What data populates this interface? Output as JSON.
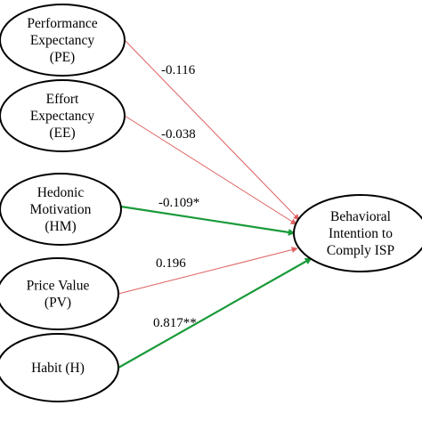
{
  "colors": {
    "weak_path": "#e06060",
    "strong_path": "#1a9a3a",
    "outline": "#000000"
  },
  "nodes": [
    {
      "id": "pe",
      "lines": [
        "Performance",
        "Expectancy",
        "(PE)"
      ]
    },
    {
      "id": "ee",
      "lines": [
        "Effort",
        "Expectancy",
        "(EE)"
      ]
    },
    {
      "id": "hm",
      "lines": [
        "Hedonic",
        "Motivation",
        "(HM)"
      ]
    },
    {
      "id": "pv",
      "lines": [
        "Price Value",
        "(PV)"
      ]
    },
    {
      "id": "h",
      "lines": [
        "Habit (H)"
      ]
    },
    {
      "id": "bi",
      "lines": [
        "Behavioral",
        "Intention to",
        "Comply ISP"
      ]
    }
  ],
  "edges": [
    {
      "from": "pe",
      "to": "bi",
      "coefficient": "-0.116",
      "style": "weak"
    },
    {
      "from": "ee",
      "to": "bi",
      "coefficient": "-0.038",
      "style": "weak"
    },
    {
      "from": "hm",
      "to": "bi",
      "coefficient": "-0.109*",
      "style": "strong"
    },
    {
      "from": "pv",
      "to": "bi",
      "coefficient": "0.196",
      "style": "weak"
    },
    {
      "from": "h",
      "to": "bi",
      "coefficient": "0.817**",
      "style": "strong"
    }
  ]
}
